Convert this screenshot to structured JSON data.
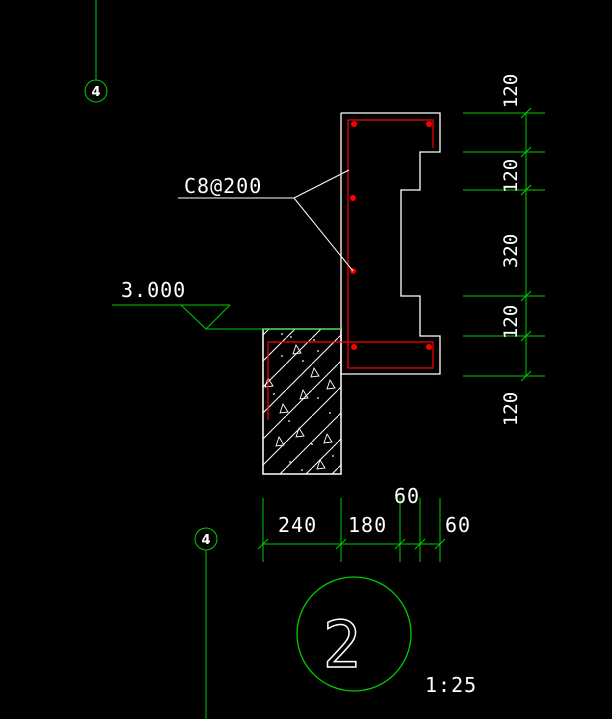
{
  "drawing": {
    "axis_label_top": "4",
    "axis_label_bottom": "4",
    "rebar_callout": "C8@200",
    "elevation": "3.000",
    "section_number": "2",
    "scale": "1:25",
    "vertical_dims": [
      "120",
      "120",
      "320",
      "120",
      "120"
    ],
    "horizontal_dims": [
      "240",
      "180",
      "60",
      "60"
    ],
    "colors": {
      "background": "#000000",
      "linework": "#ffffff",
      "dimension": "#00cc00",
      "rebar": "#ff0000",
      "text": "#ffffff"
    }
  }
}
